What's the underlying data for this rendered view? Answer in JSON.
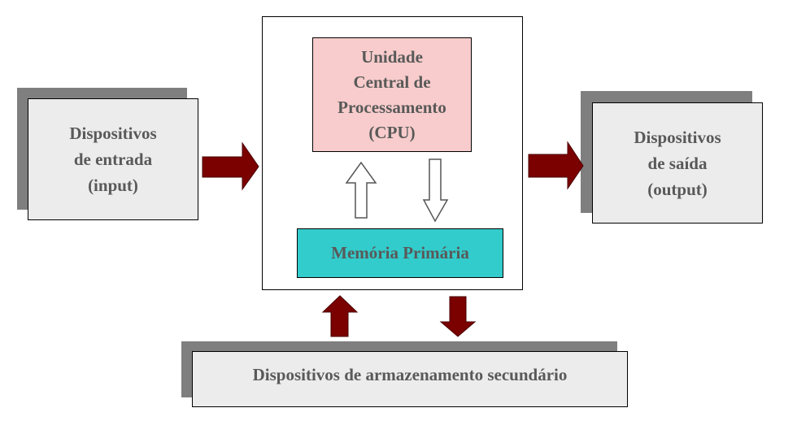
{
  "input_box": {
    "label": "Dispositivos\nde entrada\n(input)"
  },
  "output_box": {
    "label": "Dispositivos\nde saída\n(output)"
  },
  "cpu_box": {
    "label": "Unidade\nCentral de\nProcessamento\n(CPU)"
  },
  "memory_box": {
    "label": "Memória Primária"
  },
  "storage_box": {
    "label": "Dispositivos de armazenamento secundário"
  },
  "colors": {
    "device_fill": "#ececec",
    "shadow": "#7f7f7f",
    "cpu_fill": "#f8cccc",
    "memory_fill": "#33cccc",
    "arrow_fill": "#7b0000",
    "text": "#595959"
  }
}
